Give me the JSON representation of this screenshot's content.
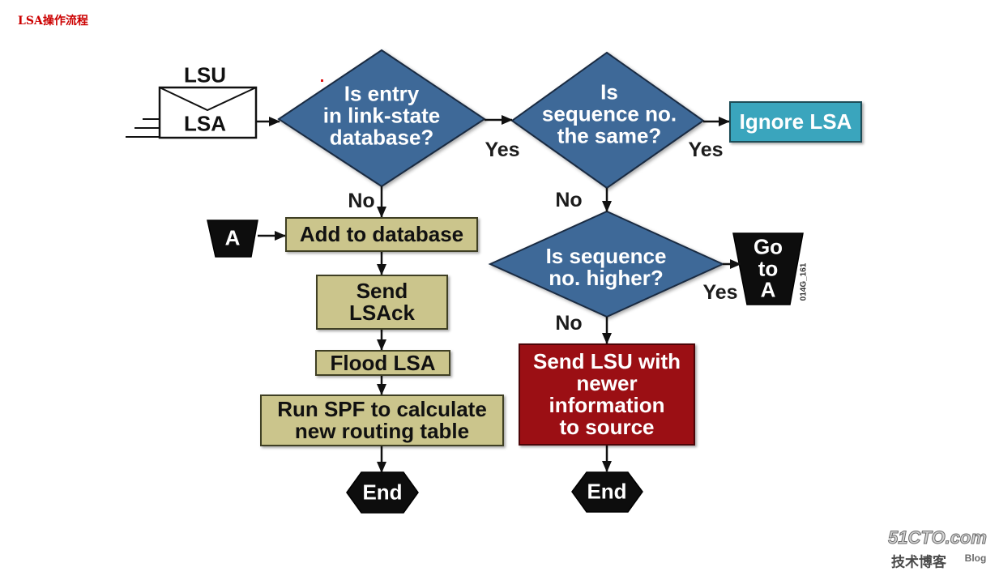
{
  "title": "LSA操作流程",
  "envelope": {
    "outer_label": "LSU",
    "inner_label": "LSA"
  },
  "decisions": {
    "entry_in_database": "Is entry\nin link-state\ndatabase?",
    "sequence_same": "Is\nsequence no.\nthe same?",
    "sequence_higher": "Is sequence\nno. higher?"
  },
  "branch_labels": {
    "entry_in_database_yes": "Yes",
    "entry_in_database_no": "No",
    "sequence_same_yes": "Yes",
    "sequence_same_no": "No",
    "sequence_higher_yes": "Yes",
    "sequence_higher_no": "No"
  },
  "actions": {
    "ignore_lsa": "Ignore LSA",
    "add_to_database": "Add to database",
    "send_lsack": "Send\nLSAck",
    "flood_lsa": "Flood LSA",
    "run_spf": "Run SPF to calculate\nnew routing table",
    "send_newer_lsu": "Send LSU with\nnewer\ninformation\nto source"
  },
  "connectors": {
    "entry_point": "A",
    "go_to": "Go\nto\nA"
  },
  "terminals": {
    "end_added": "End",
    "end_sent": "End"
  },
  "figure_code": "014G_161",
  "watermark": {
    "brand": "51CTO.com",
    "tagline": "技术博客",
    "suffix": "Blog"
  },
  "colors": {
    "title": "#cc0000",
    "decision": "#3e6998",
    "process": "#cbc58c",
    "ignore": "#3aa5bd",
    "reply": "#9b0f14",
    "connector": "#0d0d0d"
  }
}
